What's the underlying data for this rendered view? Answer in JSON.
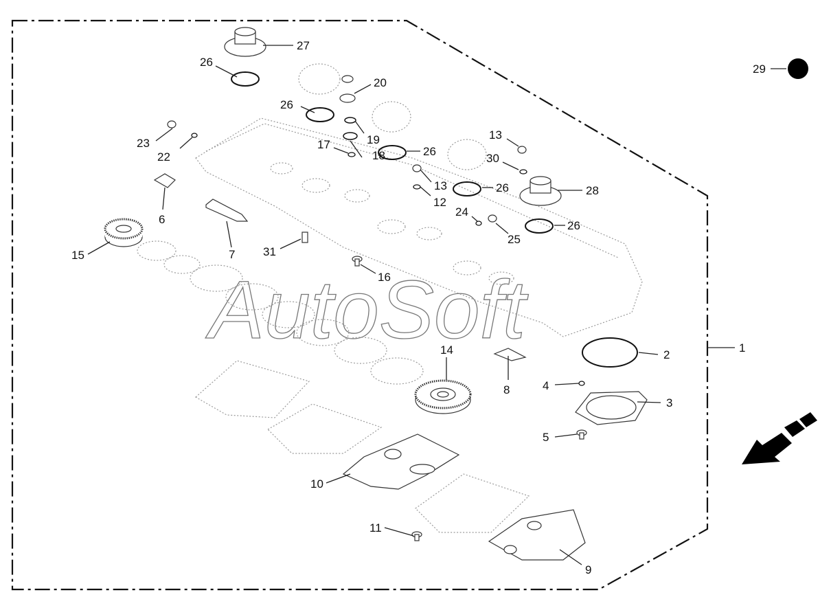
{
  "watermark": "AutoSoft",
  "callouts": {
    "c1": "1",
    "c2": "2",
    "c3": "3",
    "c4": "4",
    "c5": "5",
    "c6": "6",
    "c7": "7",
    "c8": "8",
    "c9": "9",
    "c10": "10",
    "c11": "11",
    "c12": "12",
    "c13a": "13",
    "c13b": "13",
    "c14": "14",
    "c15": "15",
    "c16": "16",
    "c17": "17",
    "c18": "18",
    "c19": "19",
    "c20": "20",
    "c22": "22",
    "c23": "23",
    "c24": "24",
    "c25": "25",
    "c26a": "26",
    "c26b": "26",
    "c26c": "26",
    "c26d": "26",
    "c26e": "26",
    "c27": "27",
    "c28": "28",
    "c29": "29",
    "c30": "30",
    "c31": "31"
  },
  "colors": {
    "line": "#111111",
    "ghost": "#9a9a9a",
    "background": "#ffffff"
  },
  "icons": {
    "direction_arrow": "direction-arrow-icon",
    "marker_dot": "filled-circle-icon"
  }
}
